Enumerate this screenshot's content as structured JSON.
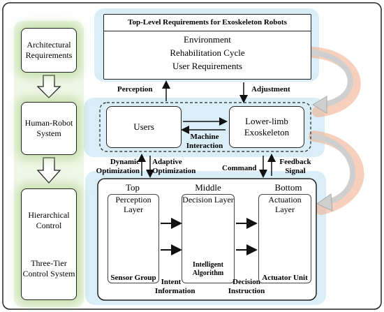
{
  "left_column": {
    "architectural": "Architectural Requirements",
    "human_robot": "Human-Robot System",
    "hierarchical": "Hierarchical Control",
    "three_tier": "Three-Tier Control System"
  },
  "top_requirements": {
    "title": "Top-Level Requirements for Exoskeleton Robots",
    "items": [
      "Environment",
      "Rehabilitation Cycle",
      "User Requirements"
    ]
  },
  "arrows": {
    "perception": "Perception",
    "adjustment": "Adjustment",
    "machine_interaction": "Machine Interaction",
    "dynamic_optimization": "Dynamic Optimization",
    "adaptive_optimization": "Adaptive Optimization",
    "command": "Command",
    "feedback_signal": "Feedback Signal",
    "intent_information": "Intent Information",
    "decision_instruction": "Decision Instruction"
  },
  "system": {
    "users": "Users",
    "exoskeleton": "Lower-limb Exoskeleton"
  },
  "tiers": {
    "top": "Top",
    "middle": "Middle",
    "bottom": "Bottom",
    "perception_layer": "Perception Layer",
    "decision_layer": "Decision Layer",
    "actuation_layer": "Actuation Layer",
    "sensor_group": "Sensor Group",
    "intelligent_algorithm": "Intelligent Algorithm",
    "actuator_unit": "Actuator Unit"
  },
  "colors": {
    "green_glow": "#a0c878",
    "blue_glow": "#78bee6",
    "orange_curve": "#f0a070",
    "gray_arrow": "#b0b0b0"
  }
}
